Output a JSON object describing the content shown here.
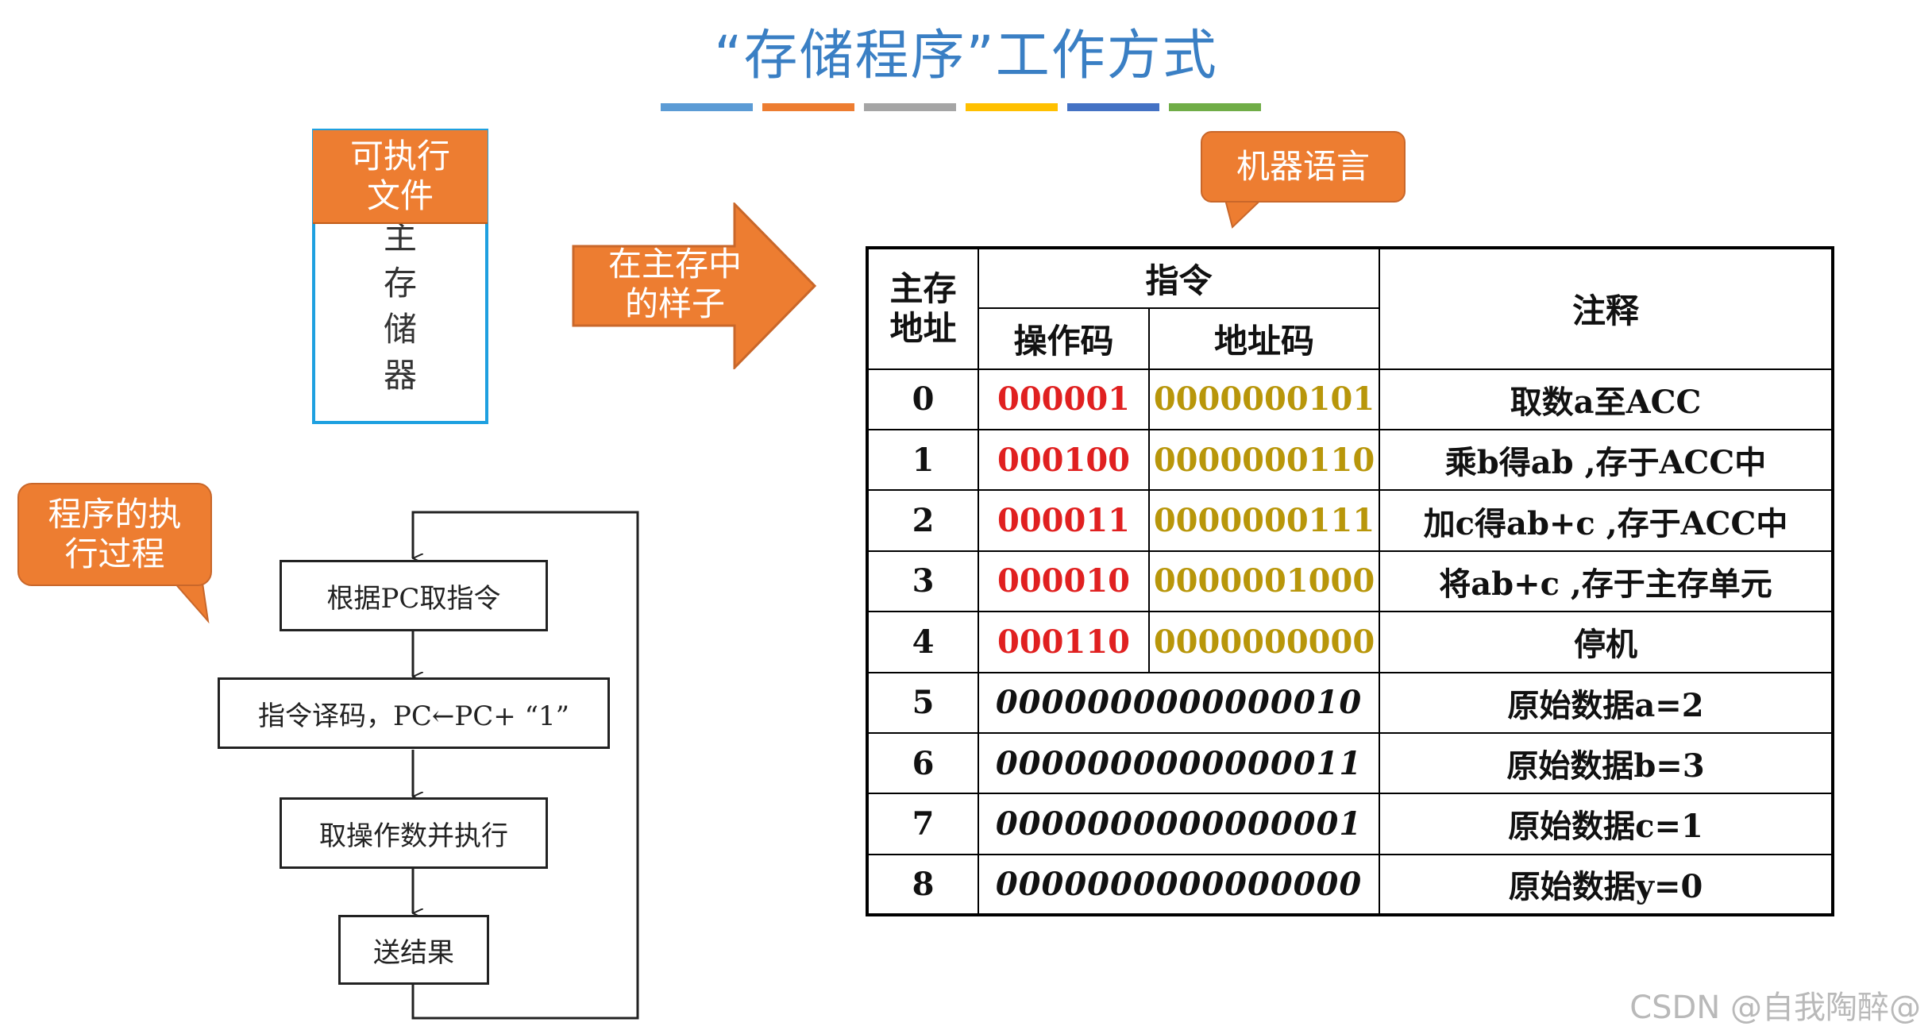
{
  "title": "“存储程序”工作方式",
  "color_bars": [
    "#5b9bd5",
    "#ed7d31",
    "#a5a5a5",
    "#ffc000",
    "#4472c4",
    "#70ad47"
  ],
  "memory": {
    "callout": "可执行\n文件",
    "label": "主\n存\n储\n器"
  },
  "arrow_label": "在主存中\n的样子",
  "machine_callout": "机器语言",
  "program_callout": "程序的执\n行过程",
  "table": {
    "headers": {
      "address": "主存\n地址",
      "instruction": "指令",
      "opcode": "操作码",
      "addrcode": "地址码",
      "note": "注释"
    },
    "instr_rows": [
      {
        "addr": "0",
        "op": "000001",
        "ad": "0000000101",
        "note": "取数a至ACC"
      },
      {
        "addr": "1",
        "op": "000100",
        "ad": "0000000110",
        "note": "乘b得ab ,存于ACC中"
      },
      {
        "addr": "2",
        "op": "000011",
        "ad": "0000000111",
        "note": "加c得ab+c  ,存于ACC中"
      },
      {
        "addr": "3",
        "op": "000010",
        "ad": "0000001000",
        "note": "将ab+c ,存于主存单元"
      },
      {
        "addr": "4",
        "op": "000110",
        "ad": "0000000000",
        "note": "停机"
      }
    ],
    "data_rows": [
      {
        "addr": "5",
        "bin": "0000000000000010",
        "note": "原始数据a=2"
      },
      {
        "addr": "6",
        "bin": "0000000000000011",
        "note": "原始数据b=3"
      },
      {
        "addr": "7",
        "bin": "0000000000000001",
        "note": "原始数据c=1"
      },
      {
        "addr": "8",
        "bin": "0000000000000000",
        "note": "原始数据y=0"
      }
    ]
  },
  "flowchart": {
    "steps": [
      "根据PC取指令",
      "指令译码，PC←PC+ “1”",
      "取操作数并执行",
      "送结果"
    ]
  },
  "watermark": "CSDN @自我陶醉@"
}
